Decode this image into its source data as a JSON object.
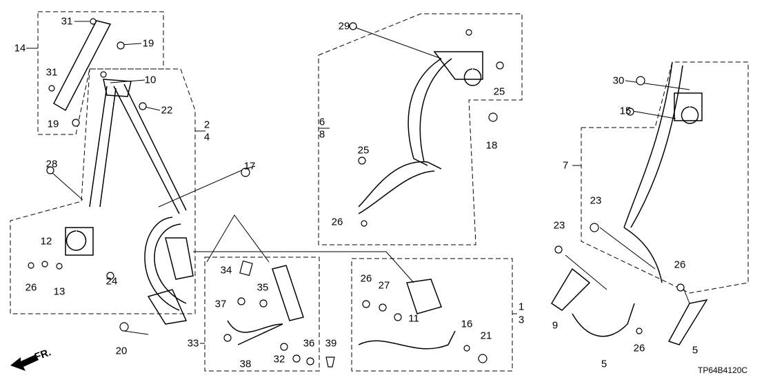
{
  "diagram_code": "TP64B4120C",
  "front_indicator": "FR.",
  "callouts": [
    "31",
    "19",
    "14",
    "31",
    "10",
    "22",
    "19",
    "2",
    "4",
    "17",
    "28",
    "12",
    "26",
    "13",
    "24",
    "20",
    "29",
    "25",
    "6",
    "8",
    "18",
    "25",
    "26",
    "30",
    "15",
    "7",
    "23",
    "23",
    "26",
    "9",
    "5",
    "26",
    "5",
    "34",
    "35",
    "37",
    "33",
    "38",
    "36",
    "32",
    "39",
    "26",
    "27",
    "11",
    "1",
    "3",
    "16",
    "21"
  ]
}
